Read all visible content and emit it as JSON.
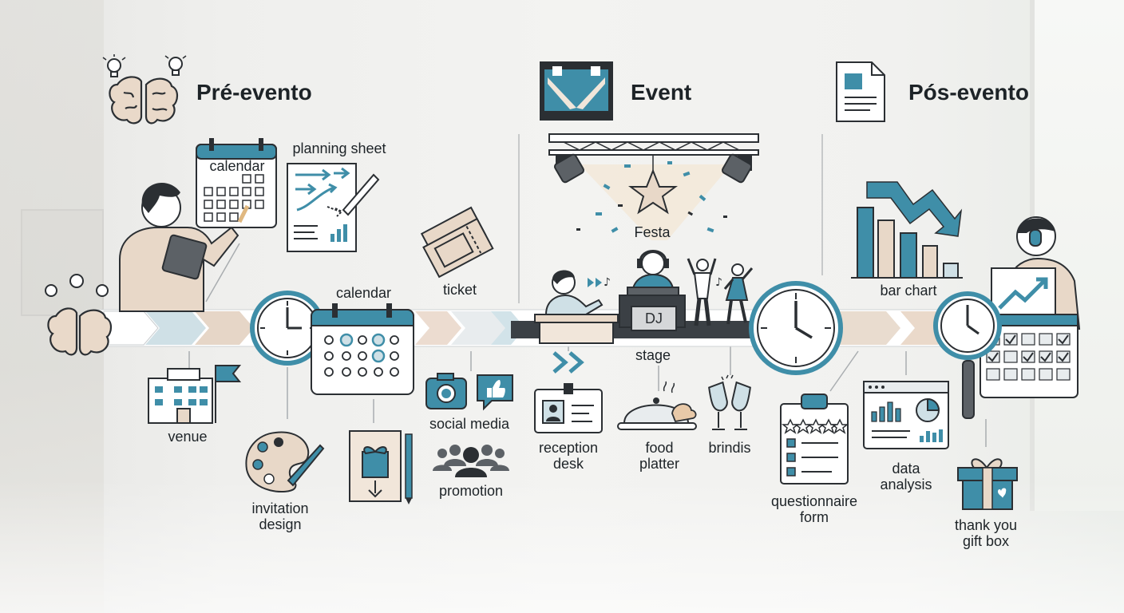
{
  "colors": {
    "teal": "#3f8ea8",
    "beige": "#e8d8c9",
    "dark": "#2a2e33",
    "light": "#dce9ee",
    "line": "#3a3f44"
  },
  "phases": {
    "pre": {
      "title": "Pré-evento",
      "icon": "brain-lightbulb-icon"
    },
    "event": {
      "title": "Event",
      "icon": "stage-spotlight-icon"
    },
    "post": {
      "title": "Pós-evento",
      "icon": "document-icon"
    }
  },
  "labels": {
    "calendar_top": "calendar",
    "planning_sheet": "planning sheet",
    "calendar_mid": "calendar",
    "ticket": "ticket",
    "venue": "venue",
    "invitation_design": [
      "invitation",
      "design"
    ],
    "social_media": "social media",
    "promotion": "promotion",
    "festa": "Festa",
    "dj": "DJ",
    "stage": "stage",
    "reception_desk": [
      "reception",
      "desk"
    ],
    "food_platter": [
      "food",
      "platter"
    ],
    "brindis": "brindis",
    "bar_chart": "bar chart",
    "questionnaire_form": [
      "questionnaire",
      "form"
    ],
    "data_analysis": [
      "data",
      "analysis"
    ],
    "thank_you_gift_box": [
      "thank you",
      "gift box"
    ]
  }
}
